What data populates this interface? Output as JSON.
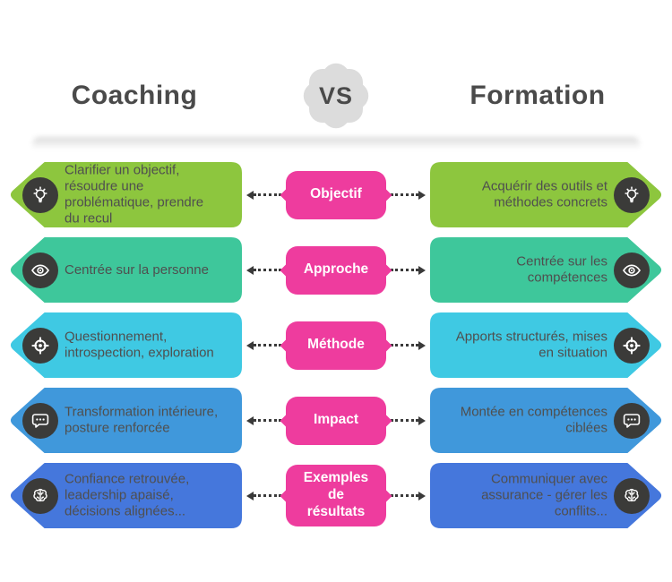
{
  "header": {
    "left_title": "Coaching",
    "vs_label": "VS",
    "right_title": "Formation"
  },
  "colors": {
    "accent_pink": "#EE3C9E",
    "title": "#4A4A4A",
    "box_text": "#4F4F4F",
    "icon_circle": "#3B3B39",
    "arrow": "#3A3A3A",
    "vs_badge_bg": "#DCDCDC"
  },
  "rows": [
    {
      "label": "Objectif",
      "icon": "lightbulb-icon",
      "color": "#8DC63E",
      "left_text": "Clarifier un objectif, résoudre une problématique, prendre du recul",
      "right_text": "Acquérir des outils et méthodes concrets"
    },
    {
      "label": "Approche",
      "icon": "eye-icon",
      "color": "#3EC79B",
      "left_text": "Centrée sur la personne",
      "right_text": "Centrée sur les compétences"
    },
    {
      "label": "Méthode",
      "icon": "target-icon",
      "color": "#3FC9E3",
      "left_text": "Questionnement, introspection, exploration",
      "right_text": "Apports structurés, mises en situation"
    },
    {
      "label": "Impact",
      "icon": "speech-bubble-icon",
      "color": "#4098DB",
      "left_text": "Transformation intérieure, posture renforcée",
      "right_text": "Montée en compétences ciblées"
    },
    {
      "label": "Exemples de résultats",
      "icon": "brain-icon",
      "color": "#4577DC",
      "left_text": "Confiance retrouvée, leadership apaisé, décisions alignées...",
      "right_text": "Communiquer avec assurance - gérer les conflits..."
    }
  ]
}
